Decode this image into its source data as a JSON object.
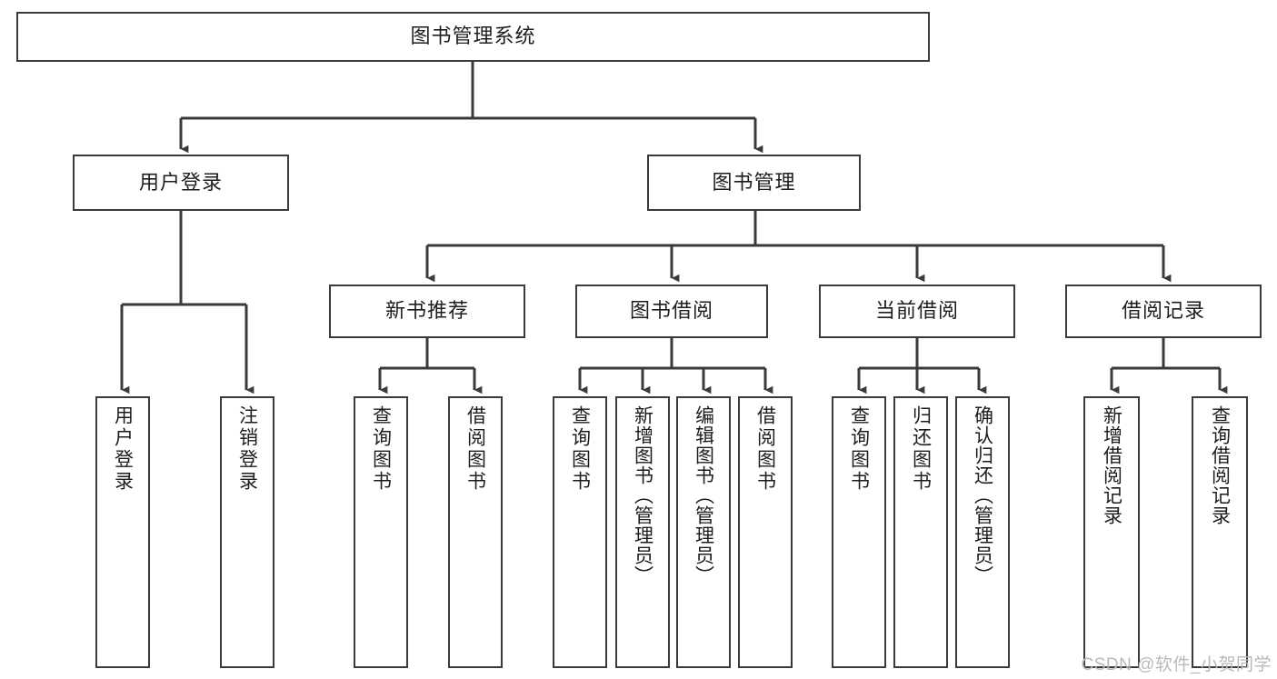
{
  "diagram": {
    "title": "图书管理系统",
    "type": "tree",
    "root": {
      "id": "root",
      "label": "图书管理系统"
    },
    "level1": [
      {
        "id": "user-login",
        "label": "用户登录"
      },
      {
        "id": "book-management",
        "label": "图书管理"
      }
    ],
    "level2": [
      {
        "id": "new-book-recommend",
        "label": "新书推荐"
      },
      {
        "id": "book-borrow",
        "label": "图书借阅"
      },
      {
        "id": "current-borrow",
        "label": "当前借阅"
      },
      {
        "id": "borrow-record",
        "label": "借阅记录"
      }
    ],
    "leaves": {
      "user_login": [
        {
          "id": "leaf-user-login",
          "label": "用户登录"
        },
        {
          "id": "leaf-user-logout",
          "label": "注销登录"
        }
      ],
      "new_book_recommend": [
        {
          "id": "leaf-query-book-1",
          "label": "查询图书"
        },
        {
          "id": "leaf-borrow-book-1",
          "label": "借阅图书"
        }
      ],
      "book_borrow": [
        {
          "id": "leaf-query-book-2",
          "label": "查询图书"
        },
        {
          "id": "leaf-add-book",
          "label": "新增图书（管理员）"
        },
        {
          "id": "leaf-edit-book",
          "label": "编辑图书（管理员）"
        },
        {
          "id": "leaf-borrow-book-2",
          "label": "借阅图书"
        }
      ],
      "current_borrow": [
        {
          "id": "leaf-query-book-3",
          "label": "查询图书"
        },
        {
          "id": "leaf-return-book",
          "label": "归还图书"
        },
        {
          "id": "leaf-confirm-return",
          "label": "确认归还（管理员）"
        }
      ],
      "borrow_record": [
        {
          "id": "leaf-add-record",
          "label": "新增借阅记录"
        },
        {
          "id": "leaf-query-record",
          "label": "查询借阅记录"
        }
      ]
    }
  },
  "watermark": {
    "text": "CSDN @软件_小贺同学"
  },
  "colors": {
    "box_border": "#3a3a3a",
    "box_fill": "#ffffff",
    "edge": "#3a3a3a",
    "text": "#1d1d1d",
    "watermark": "#b9b9b9",
    "background": "#ffffff"
  }
}
